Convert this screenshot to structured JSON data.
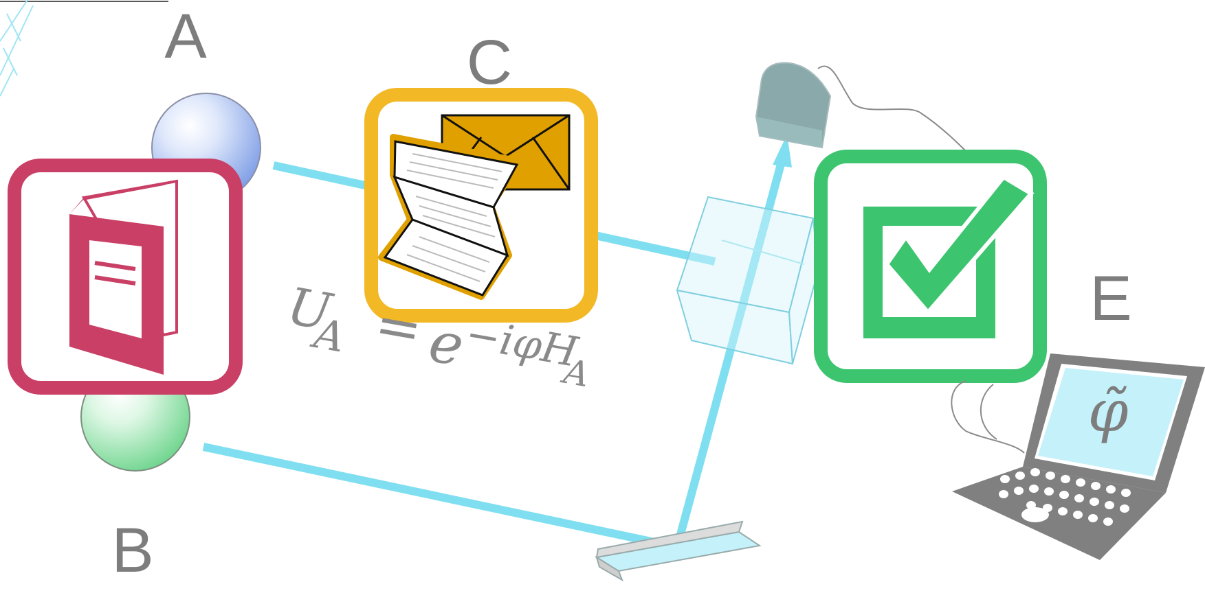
{
  "labels": {
    "a": "A",
    "b": "B",
    "c": "C",
    "e": "E"
  },
  "formula": {
    "u": "U",
    "sub_a": "A",
    "eq": "=",
    "e": "e",
    "exp": "−iφH",
    "exp_sub": "A"
  },
  "laptop_screen": "φ̃",
  "colors": {
    "beam": "#7fdff0",
    "book_frame": "#c93f66",
    "mail_frame": "#f2b825",
    "check_frame": "#3cc46f",
    "envelope": "#e0a000",
    "label_gray": "#7d7d7d",
    "laptop": "#808080",
    "laptop_screen": "#c4f1fa",
    "detector": "#88aaaa"
  },
  "icons": [
    "book-icon",
    "mail-icon",
    "checkmark-icon",
    "laptop-icon",
    "detector-icon",
    "beam-splitter-icon",
    "mirror-icon",
    "sphere-a-icon",
    "sphere-b-icon"
  ]
}
